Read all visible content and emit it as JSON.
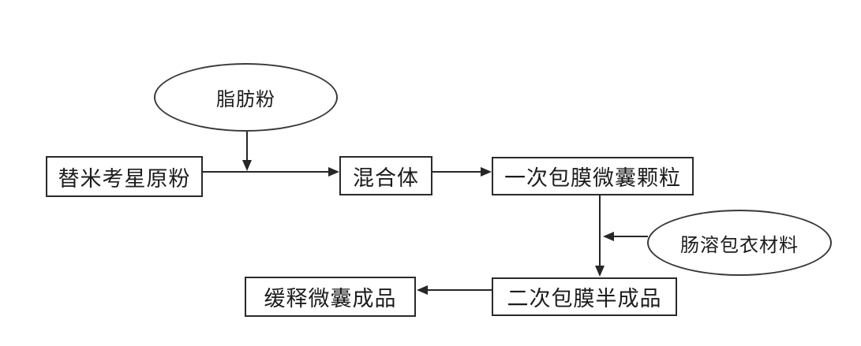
{
  "diagram": {
    "title": "tilmicosin-microcapsule-process-flowchart",
    "nodes": {
      "fat_powder": {
        "label": "脂肪粉",
        "shape": "ellipse"
      },
      "raw_powder": {
        "label": "替米考星原粉",
        "shape": "rect"
      },
      "mixture": {
        "label": "混合体",
        "shape": "rect"
      },
      "first_coating": {
        "label": "一次包膜微囊颗粒",
        "shape": "rect"
      },
      "enteric_material": {
        "label": "肠溶包衣材料",
        "shape": "ellipse"
      },
      "second_coating": {
        "label": "二次包膜半成品",
        "shape": "rect"
      },
      "final_product": {
        "label": "缓释微囊成品",
        "shape": "rect"
      }
    },
    "edges": [
      {
        "from": "fat_powder",
        "to": "raw_powder_mixture_line",
        "direction": "down"
      },
      {
        "from": "raw_powder",
        "to": "mixture",
        "direction": "right"
      },
      {
        "from": "mixture",
        "to": "first_coating",
        "direction": "right"
      },
      {
        "from": "first_coating",
        "to": "second_coating",
        "direction": "down"
      },
      {
        "from": "enteric_material",
        "to": "first_coating_second_coating_line",
        "direction": "left"
      },
      {
        "from": "second_coating",
        "to": "final_product",
        "direction": "left"
      }
    ],
    "colors": {
      "background": "#ffffff",
      "node_fill": "#ffffff",
      "line": "#262626",
      "text": "#1c1c1c"
    }
  }
}
